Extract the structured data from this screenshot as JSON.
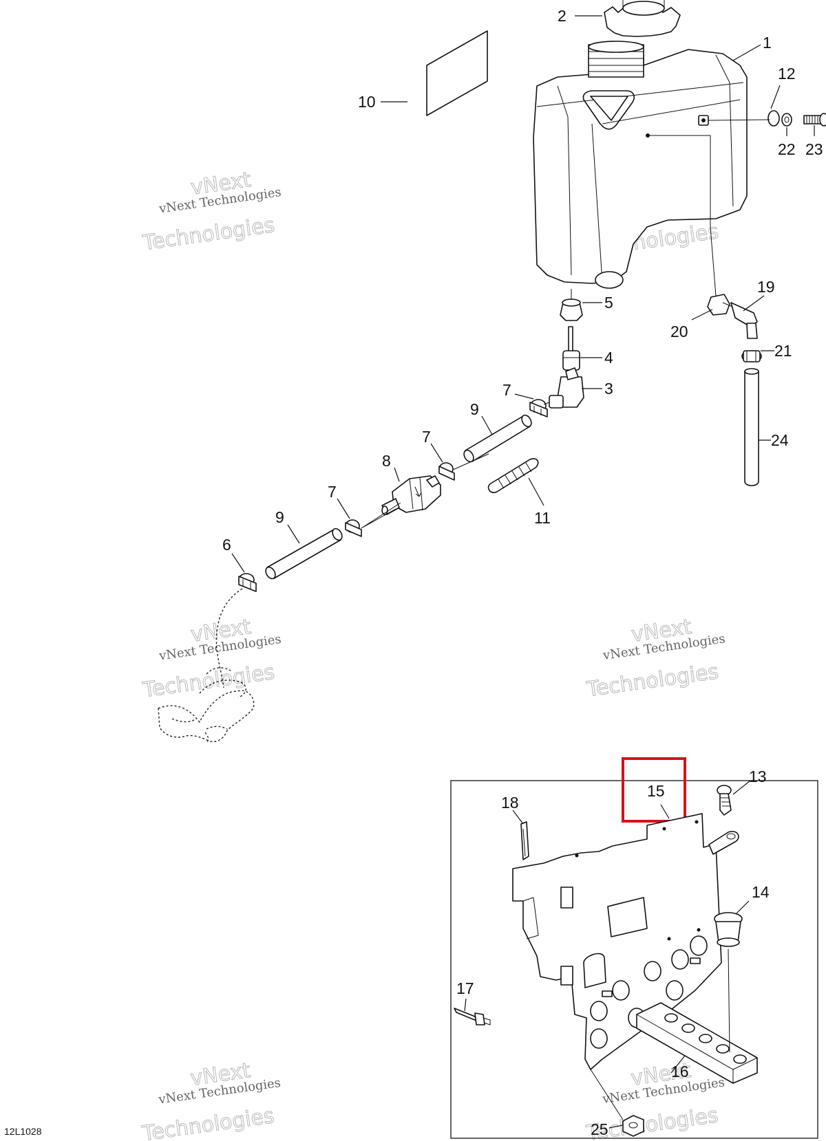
{
  "diagram": {
    "reference_code": "12L1028",
    "watermark": {
      "brand": "vNext",
      "line1": "vNext Technologies",
      "line2": "Technologies"
    },
    "highlight": {
      "label": "15",
      "color": "#d0141a"
    },
    "callouts": [
      "1",
      "2",
      "3",
      "4",
      "5",
      "6",
      "7",
      "7",
      "7",
      "8",
      "9",
      "9",
      "10",
      "11",
      "12",
      "13",
      "14",
      "16",
      "17",
      "18",
      "19",
      "20",
      "21",
      "22",
      "23",
      "24",
      "25"
    ]
  }
}
